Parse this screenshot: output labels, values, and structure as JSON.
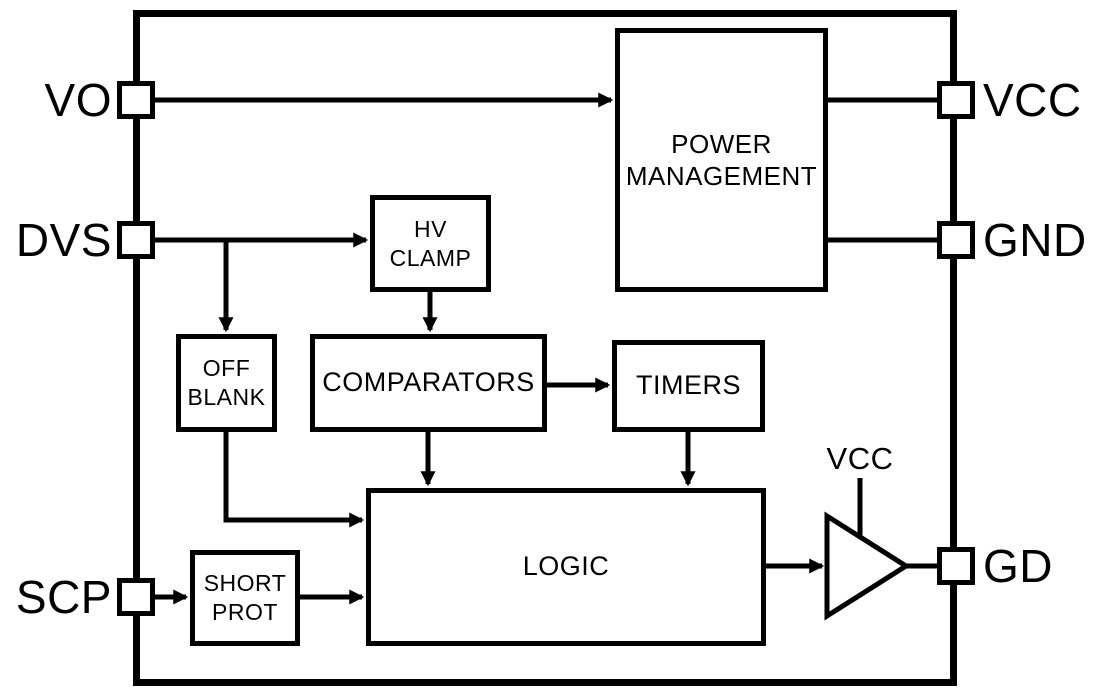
{
  "pins": {
    "vo": {
      "label": "VO"
    },
    "dvs": {
      "label": "DVS"
    },
    "scp": {
      "label": "SCP"
    },
    "vcc": {
      "label": "VCC"
    },
    "gnd": {
      "label": "GND"
    },
    "gd": {
      "label": "GD"
    }
  },
  "blocks": {
    "power_management": {
      "line1": "POWER",
      "line2": "MANAGEMENT"
    },
    "hv_clamp": {
      "line1": "HV",
      "line2": "CLAMP"
    },
    "off_blank": {
      "line1": "OFF",
      "line2": "BLANK"
    },
    "comparators": {
      "label": "COMPARATORS"
    },
    "timers": {
      "label": "TIMERS"
    },
    "logic": {
      "label": "LOGIC"
    },
    "short_prot": {
      "line1": "SHORT",
      "line2": "PROT"
    }
  },
  "driver": {
    "supply_label": "VCC"
  },
  "colors": {
    "line": "#000000",
    "background": "#ffffff"
  }
}
